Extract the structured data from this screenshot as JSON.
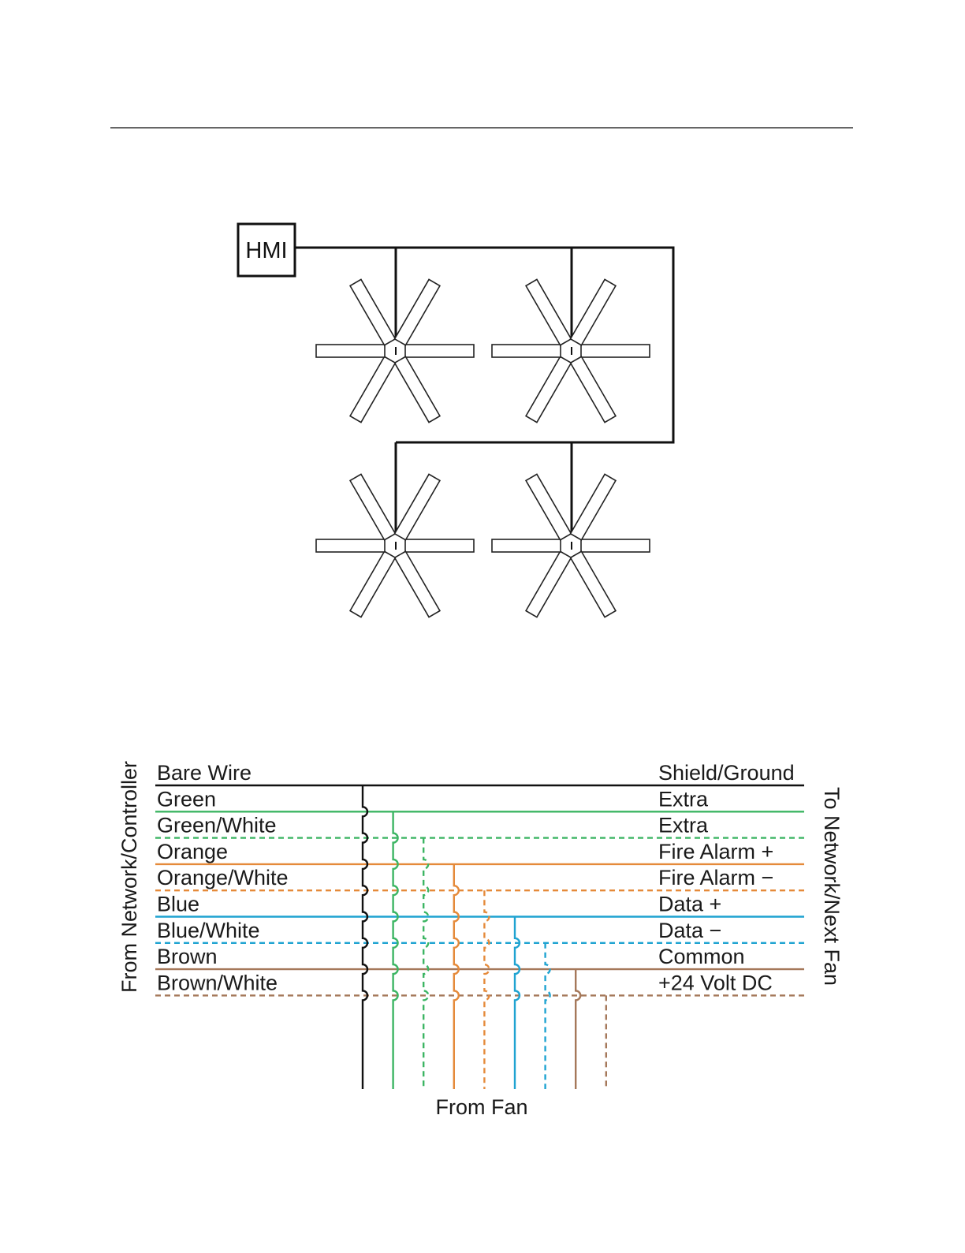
{
  "top_diagram": {
    "hmi_label": "HMI"
  },
  "wiring": {
    "left_side_label": "From Network/Controller",
    "right_side_label": "To Network/Next Fan",
    "bottom_label": "From Fan",
    "wires": [
      {
        "left": "Bare Wire",
        "right": "Shield/Ground",
        "color": "#111111",
        "dashed": false
      },
      {
        "left": "Green",
        "right": "Extra",
        "color": "#3cb563",
        "dashed": false
      },
      {
        "left": "Green/White",
        "right": "Extra",
        "color": "#3cb563",
        "dashed": true
      },
      {
        "left": "Orange",
        "right": "Fire Alarm +",
        "color": "#e58a3a",
        "dashed": false
      },
      {
        "left": "Orange/White",
        "right": "Fire Alarm −",
        "color": "#e58a3a",
        "dashed": true
      },
      {
        "left": "Blue",
        "right": "Data +",
        "color": "#1fa3d1",
        "dashed": false
      },
      {
        "left": "Blue/White",
        "right": "Data −",
        "color": "#1fa3d1",
        "dashed": true
      },
      {
        "left": "Brown",
        "right": "Common",
        "color": "#a5785a",
        "dashed": false
      },
      {
        "left": "Brown/White",
        "right": "+24 Volt DC",
        "color": "#a5785a",
        "dashed": true
      }
    ]
  }
}
